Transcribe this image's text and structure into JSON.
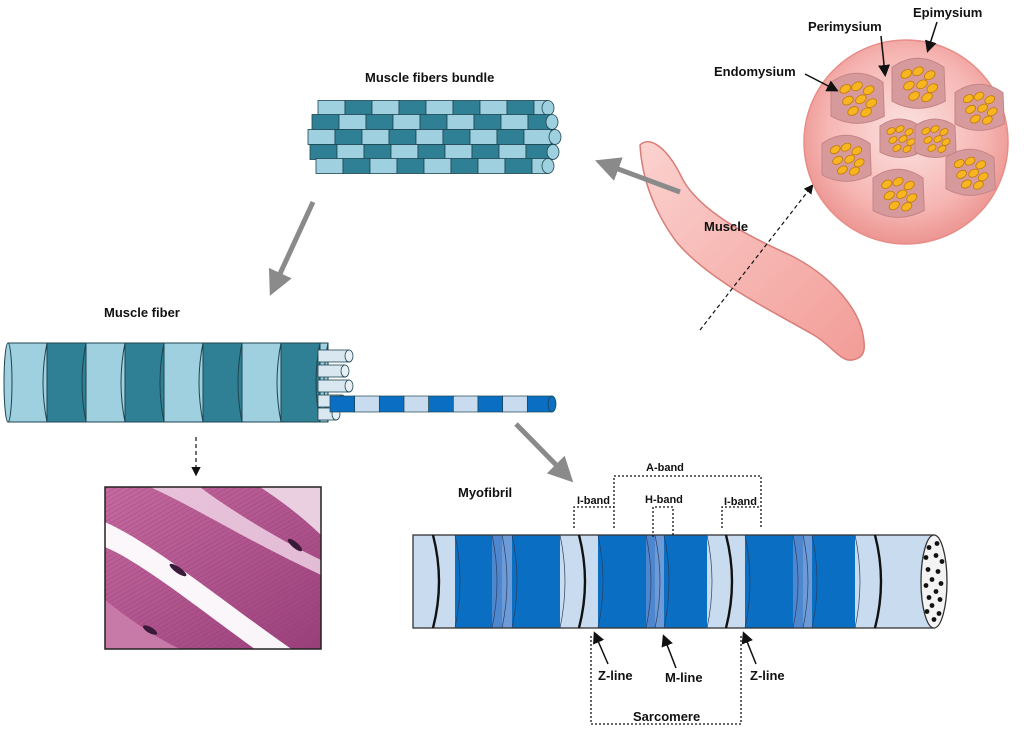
{
  "labels": {
    "bundle_title": "Muscle  fibers bundle",
    "fiber_title": "Muscle fiber",
    "muscle": "Muscle",
    "endomysium": "Endomysium",
    "perimysium": "Perimysium",
    "epimysium": "Epimysium",
    "myofibril": "Myofibril",
    "a_band": "A-band",
    "h_band": "H-band",
    "i_band_left": "I-band",
    "i_band_right": "I-band",
    "z_line_left": "Z-line",
    "m_line": "M-line",
    "z_line_right": "Z-line",
    "sarcomere": "Sarcomere"
  },
  "colors": {
    "light_blue": "#9fd0df",
    "dark_teal": "#2f8094",
    "muscle_pink": "#f7b3b0",
    "myofibril_blue": "#0a6fc2",
    "myofibril_light": "#c9dbef",
    "myofibril_mid": "#4f87cf",
    "arrow_gray": "#8a8a8a",
    "histology_pink": "#b5508f"
  },
  "icons": {
    "histology": "histology-micrograph",
    "cross_section": "muscle-cross-section"
  }
}
